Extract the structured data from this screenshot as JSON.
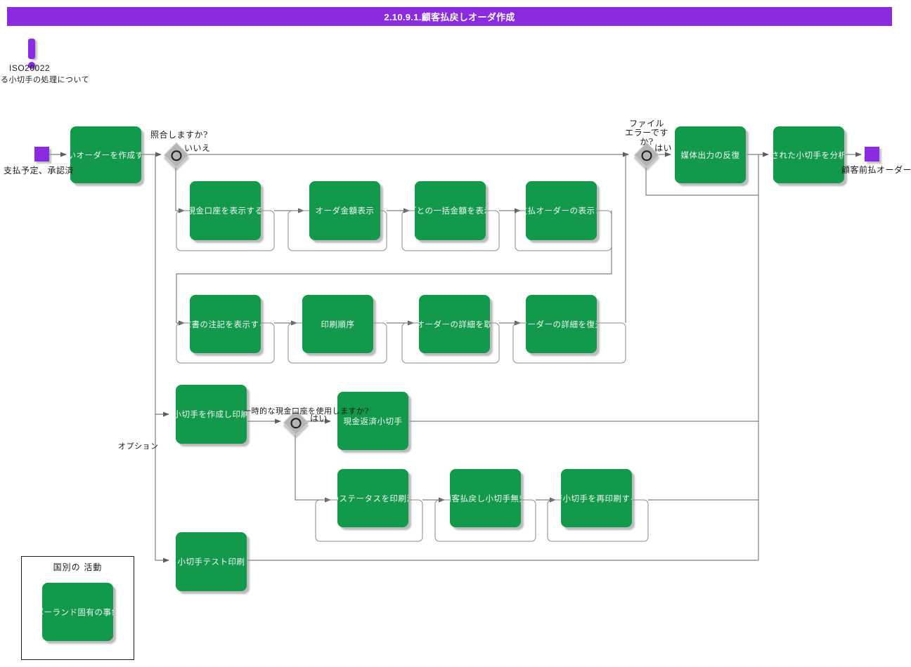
{
  "title_bar": {
    "text": "2.10.9.1.顧客払戻しオーダ作成"
  },
  "annotation": {
    "icon": "exclamation-icon",
    "heading": "ISO20022",
    "note": "る小切手の処理について"
  },
  "events": {
    "start_label": "支払予定、承認済",
    "end_label": "顧客前払オーダー"
  },
  "gateways": {
    "g1": {
      "question": "照合しますか?",
      "branch_label": "いいえ"
    },
    "g2": {
      "question_line1": "ファイル",
      "question_line2": "エラーですか?",
      "branch_label": "はい"
    },
    "g3": {
      "question": "一時的な現金口座を使用しますか?",
      "branch_label": "はい"
    }
  },
  "edge_labels": {
    "optional": "オプション"
  },
  "activities": {
    "create_payment_order": "払いオーダーを作成する",
    "show_cash_account": "現金口座を表示する",
    "show_order_amount": "オーダ金額表示",
    "show_batch_amount": "ごとの一括金額を表示",
    "show_payment_order": "支払オーダーの表示ま",
    "show_invoice_note": "求書の注記を表示する",
    "print_sequence": "印刷順序",
    "get_order_details": "払オーダーの詳細を取得",
    "restore_order_details": "オーダーの詳細を復元",
    "media_output_repeat": "媒体出力の反復",
    "analyze_printed_checks": "された小切手を分析",
    "create_and_print_check": "小切手を作成し印刷",
    "cash_refund_check": "現金返済小切手",
    "print_check_status": "のステータスを印刷済",
    "invalidate_refund_check": "顧客払戻し小切手無効",
    "reprint_printed_check": "済小切手を再印刷する",
    "check_test_print": "小切手テスト印刷"
  },
  "country_group": {
    "title": "国別の 活動",
    "activity": "ポーランド固有の事象"
  },
  "colors": {
    "accent": "#8a2be2",
    "green": "#13994b",
    "line": "#7f7f7f"
  }
}
